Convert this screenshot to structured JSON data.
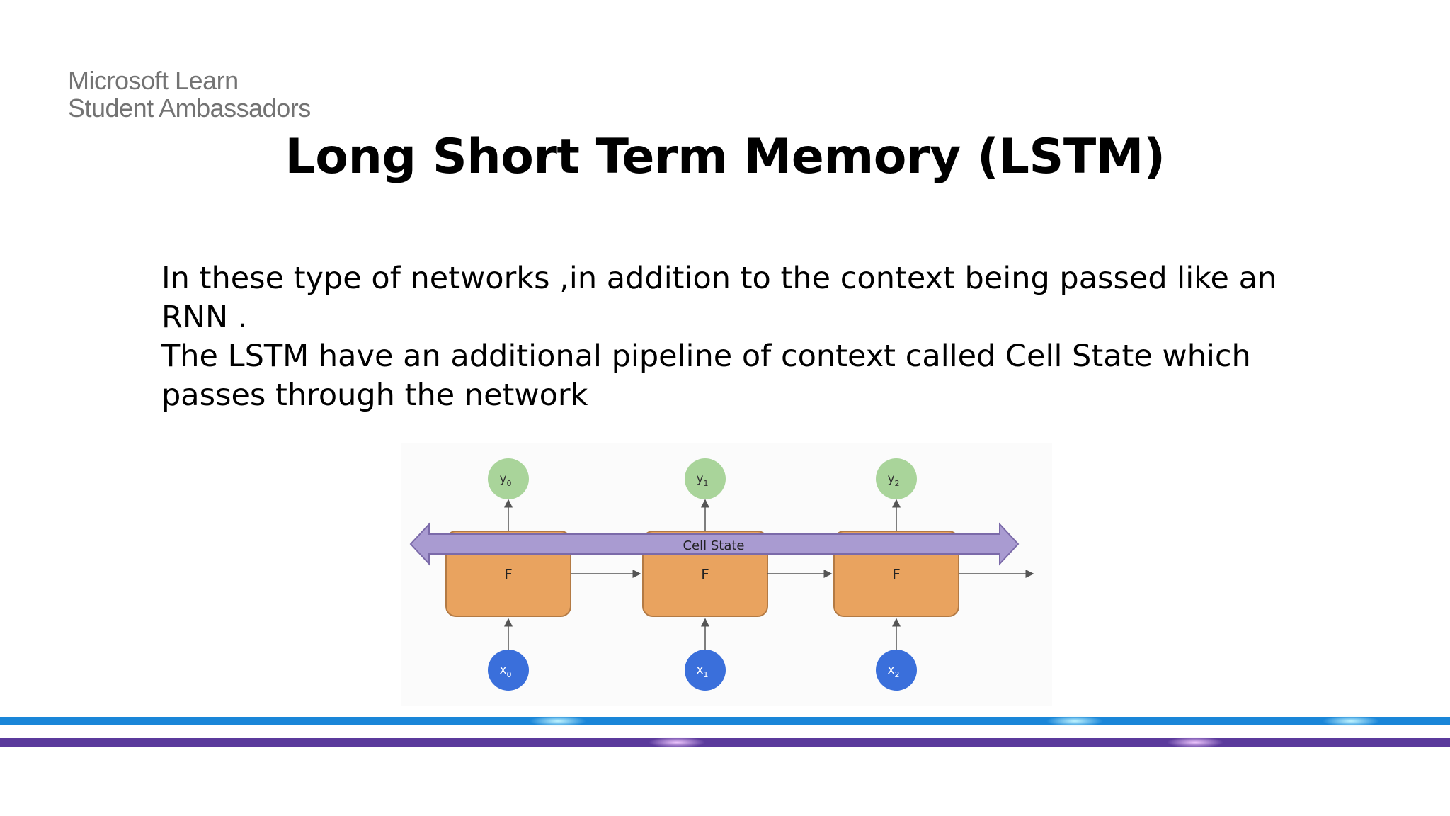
{
  "brand": {
    "line1": "Microsoft Learn",
    "line2": "Student Ambassadors"
  },
  "slide": {
    "title": "Long Short Term Memory (LSTM)",
    "paragraph1": "In these type of networks ,in addition to the context being passed like an RNN .",
    "paragraph2": "The LSTM have an additional pipeline of context called Cell State which passes through the network"
  },
  "diagram": {
    "cell_state_label": "Cell State",
    "cells": [
      {
        "label": "F",
        "output": "y",
        "output_sub": "0",
        "input": "x",
        "input_sub": "0"
      },
      {
        "label": "F",
        "output": "y",
        "output_sub": "1",
        "input": "x",
        "input_sub": "1"
      },
      {
        "label": "F",
        "output": "y",
        "output_sub": "2",
        "input": "x",
        "input_sub": "2"
      }
    ]
  },
  "colors": {
    "cell_fill": "#e9a35f",
    "cell_stroke": "#b37a44",
    "cell_state_fill": "#a99bd1",
    "cell_state_stroke": "#7b6aa9",
    "output_node": "#a9d49a",
    "input_node": "#3a6fdb",
    "stripe_blue": "#1a86d8",
    "stripe_purple": "#5b3a9c"
  }
}
